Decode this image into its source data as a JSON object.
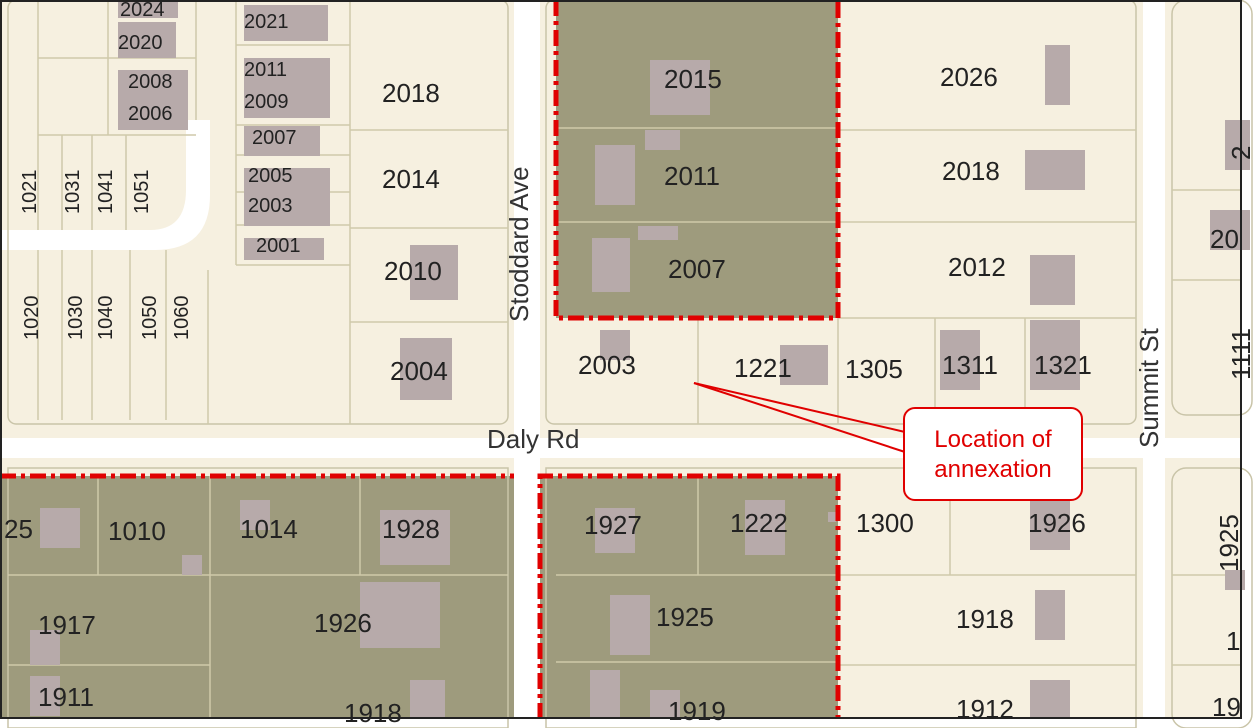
{
  "roads": {
    "stoddard": "Stoddard Ave",
    "daly": "Daly Rd",
    "summit": "Summit St"
  },
  "callout": {
    "line1": "Location of",
    "line2": "annexation"
  },
  "labels": {
    "l2024": "2024",
    "l2020": "2020",
    "l2008": "2008",
    "l2006": "2006",
    "l2021": "2021",
    "l2011a": "2011",
    "l2009": "2009",
    "l2007a": "2007",
    "l2005": "2005",
    "l2003a": "2003",
    "l2001": "2001",
    "l1021": "1021",
    "l1031": "1031",
    "l1041": "1041",
    "l1051": "1051",
    "l1020": "1020",
    "l1030": "1030",
    "l1040": "1040",
    "l1050": "1050",
    "l1060": "1060",
    "l2018a": "2018",
    "l2014": "2014",
    "l2010": "2010",
    "l2004": "2004",
    "l2015": "2015",
    "l2011b": "2011",
    "l2007b": "2007",
    "l2003b": "2003",
    "l1221": "1221",
    "l1305": "1305",
    "l1311": "1311",
    "l1321": "1321",
    "l2026": "2026",
    "l2018b": "2018",
    "l2012": "2012",
    "l20r": "20",
    "l2r": "2",
    "l1111": "1111",
    "l25": "25",
    "l1010": "1010",
    "l1014": "1014",
    "l1928": "1928",
    "l1917": "1917",
    "l1926a": "1926",
    "l1911": "1911",
    "l1918a": "1918",
    "l1927": "1927",
    "l1222": "1222",
    "l1925a": "1925",
    "l1919": "1919",
    "l1300": "1300",
    "l1926b": "1926",
    "l1918b": "1918",
    "l1912": "1912",
    "l1925b": "1925",
    "l1r": "1",
    "l19r": "19"
  }
}
